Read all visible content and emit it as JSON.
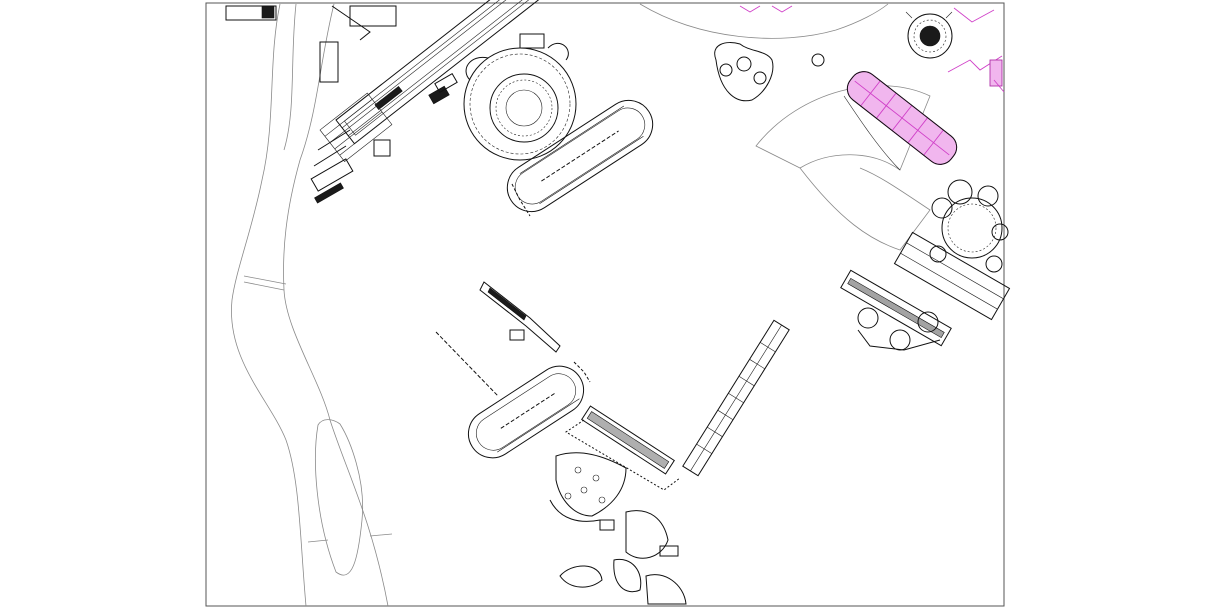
{
  "drawing": {
    "kind": "architectural site plan (CAD linework)",
    "text_labels": [],
    "colors": {
      "background": "#ffffff",
      "frame": "#555555",
      "linework": "#111111",
      "river": "#8a8a8a",
      "highlight_magenta": "#d040c8",
      "highlight_fill": "#f1b6ee"
    },
    "features": [
      "frame-border",
      "river",
      "river-island",
      "bridges",
      "stoa-complex",
      "round-temple",
      "upper-stadium",
      "lower-stadium",
      "colonnade-wing",
      "long-stoa",
      "gridded-portico",
      "dotted-courtyard",
      "garden-pavilions",
      "cave-pavilions",
      "theatre-arc",
      "magenta-pavilion",
      "round-hall",
      "bath-complex"
    ]
  }
}
